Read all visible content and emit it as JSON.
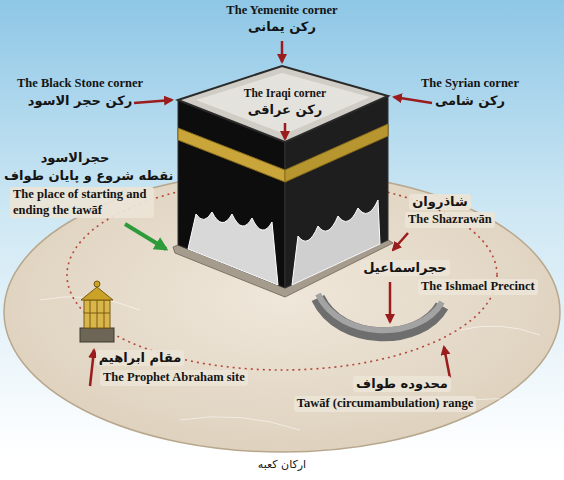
{
  "diagram": {
    "caption": "ارکان کعبه",
    "labels": [
      "The Yemenite corner",
      "رکن یمانی",
      "The Black Stone corner",
      "رکن حجر الاسود",
      "The Syrian corner",
      "رکن شامی",
      "The Iraqi corner",
      "رکن عراقی",
      "حجرالاسود",
      "نقطه شروع و پایان طواف",
      "The place of starting and ending the tawāf",
      "شاذروان",
      "The Shazrawān",
      "حجراسماعیل",
      "The Ishmael Precinct",
      "مقام ابراهیم",
      "The Prophet Abraham site",
      "محدوده طواف",
      "Tawāf (circumambulation) range"
    ]
  }
}
